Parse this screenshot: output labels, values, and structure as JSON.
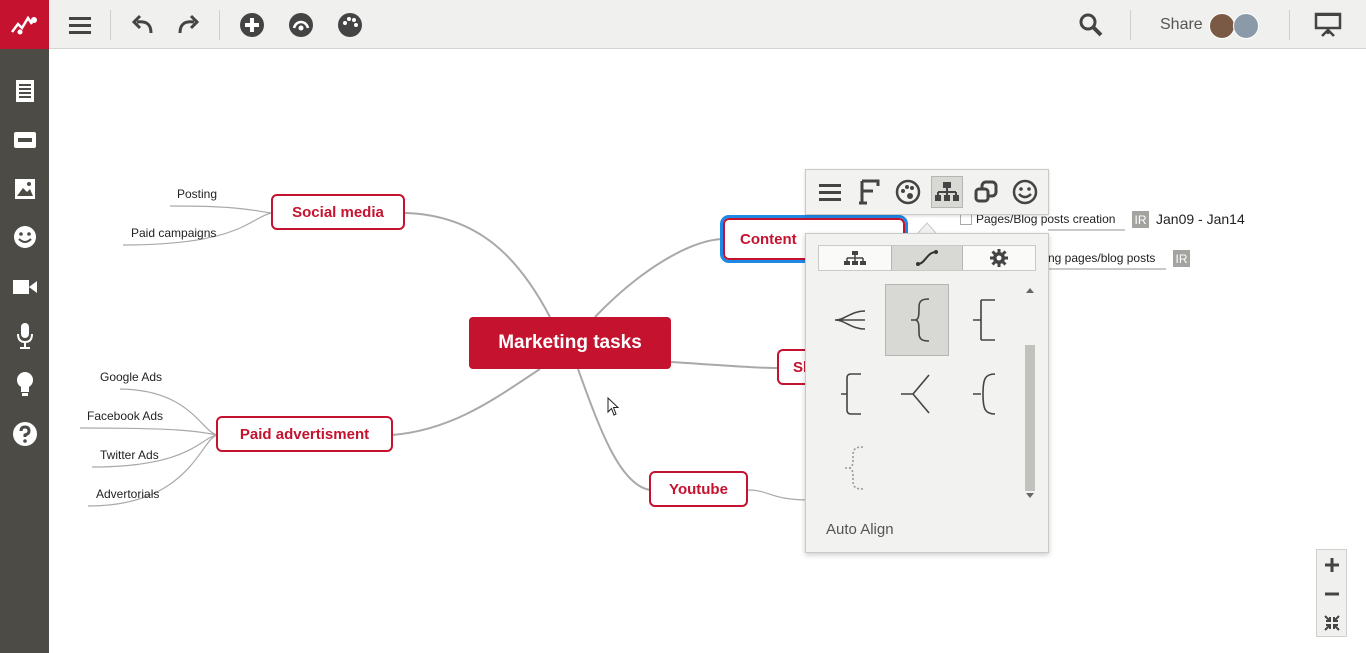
{
  "toolbar": {
    "menu_icon": "hamburger-icon",
    "undo_icon": "undo-icon",
    "redo_icon": "redo-icon",
    "add_icon": "plus-circle-icon",
    "map_icon": "map-style-icon",
    "palette_icon": "palette-icon",
    "search_icon": "search-icon",
    "share_label": "Share",
    "present_icon": "presentation-icon"
  },
  "sidebar": {
    "items": [
      "outline-icon",
      "link-icon",
      "image-icon",
      "emoji-icon",
      "video-icon",
      "microphone-icon",
      "lightbulb-icon",
      "help-icon"
    ]
  },
  "map": {
    "root": "Marketing tasks",
    "nodes": {
      "social_media": "Social media",
      "paid_ads": "Paid advertisment",
      "content": "Content",
      "sh": "Sh",
      "youtube": "Youtube"
    },
    "leaves": {
      "posting": "Posting",
      "paid_campaigns": "Paid campaigns",
      "google_ads": "Google Ads",
      "facebook_ads": "Facebook Ads",
      "twitter_ads": "Twitter Ads",
      "advertorials": "Advertorials",
      "pages_blog": "Pages/Blog posts creation",
      "ing_pages": "ng pages/blog posts"
    },
    "tags": {
      "ir1": "IR",
      "ir2": "IR",
      "date_range": "Jan09 - Jan14"
    }
  },
  "panel": {
    "toolbar_buttons": [
      "list-icon",
      "font-icon",
      "palette-icon",
      "layout-icon",
      "shape-icon",
      "smiley-icon"
    ],
    "tabs": [
      "tree-layout-icon",
      "connector-style-icon",
      "settings-icon"
    ],
    "active_tab": "connector-style-icon",
    "auto_align_label": "Auto Align"
  },
  "zoom": {
    "in_icon": "zoom-in-icon",
    "out_icon": "zoom-out-icon",
    "fit_icon": "fit-screen-icon"
  },
  "colors": {
    "brand": "#c4122f",
    "sidebar": "#4c4b45",
    "toolbar": "#f0f0ee",
    "selection": "#1e88e5"
  }
}
